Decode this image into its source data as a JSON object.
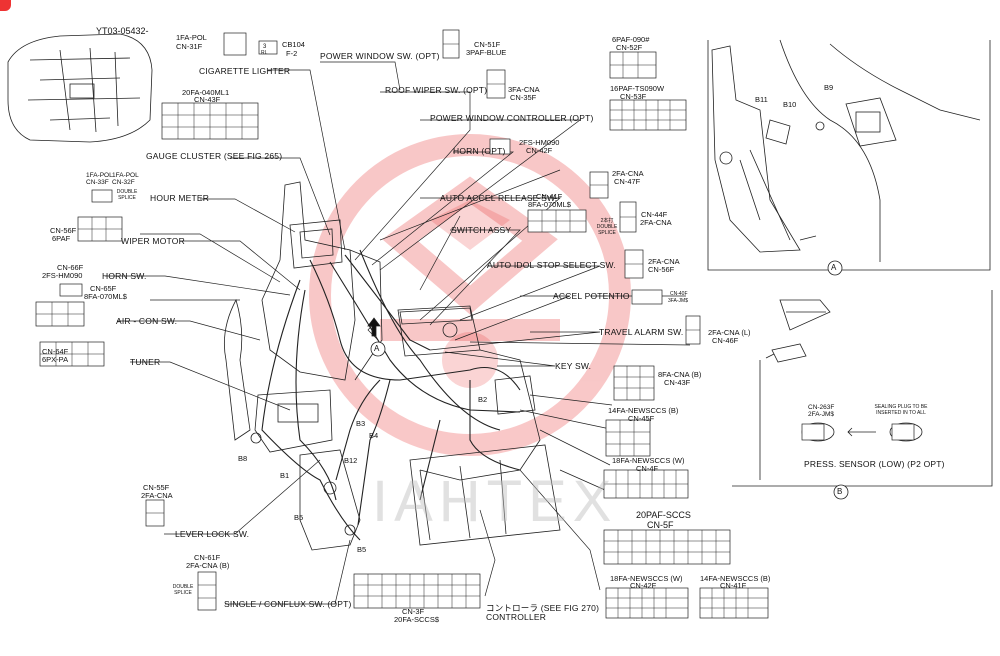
{
  "document": {
    "id": "YT03-05432-"
  },
  "watermark": {
    "text": "IAHTEX"
  },
  "callouts": {
    "power_window_sw": "POWER WINDOW SW. (OPT)",
    "cigarette_lighter": "CIGARETTE LIGHTER",
    "roof_wiper_sw": "ROOF WIPER SW. (OPT)",
    "power_window_controller": "POWER WINDOW CONTROLLER (OPT)",
    "gauge_cluster": "GAUGE CLUSTER (SEE FIG 265)",
    "horn_opt": "HORN (OPT)",
    "hour_meter": "HOUR METER",
    "auto_accel_release": "AUTO ACCEL RELEASE SW.",
    "switch_assy": "SWITCH ASSY",
    "wiper_motor": "WIPER MOTOR",
    "auto_idol_stop": "AUTO IDOL STOP SELECT SW.",
    "horn_sw": "HORN SW.",
    "accel_potentio": "ACCEL POTENTIO",
    "air_con_sw": "AIR - CON SW.",
    "travel_alarm": "TRAVEL ALARM SW.",
    "tuner": "TUNER",
    "key_sw": "KEY SW.",
    "lever_lock": "LEVER LOCK SW.",
    "single_conflux": "SINGLE / CONFLUX SW. (OPT)",
    "controller_jp": "コントローラ (SEE FIG 270)",
    "controller_en": "CONTROLLER",
    "press_sensor": "PRESS. SENSOR (LOW) (P2 OPT)"
  },
  "connectors": {
    "fa_pol_31f_a": "1FA-POL",
    "fa_pol_31f_b": "CN-31F",
    "cb104_a": "CB104",
    "cb104_b": "F-2",
    "cb104_box": "3",
    "cb104_box2": "RL",
    "cn51f_a": "CN-51F",
    "cn51f_b": "3PAF-BLUE",
    "cn35f_a": "3FA-CNA",
    "cn35f_b": "CN-35F",
    "cn43f_a": "20FA-040ML1",
    "cn43f_b": "CN-43F",
    "cn52f_a": "6PAF-090#",
    "cn52f_b": "CN-52F",
    "cn53f_a": "16PAF-TS090W",
    "cn53f_b": "CN-53F",
    "cn42f_a": "2FS-HM090",
    "cn42f_b": "CN-42F",
    "cn47f_a": "2FA-CNA",
    "cn47f_b": "CN-47F",
    "cn33f_a": "1FA-POL",
    "cn33f_b": "CN-33F",
    "cn32f_a": "1FA-POL",
    "cn32f_b": "CN-32F",
    "double_splice": "DOUBLE SPLICE",
    "cn41f_a": "CN-41F",
    "cn41f_b": "8FA-070ML$",
    "cn44f_a": "CN-44F",
    "cn44f_b": "2FA-CNA",
    "cn44f_c": "2本打 DOUBLE SPLICE",
    "cn56f_a": "CN-56F",
    "cn56f_b": "6PAF",
    "cn56f2_a": "2FA-CNA",
    "cn56f2_b": "CN-56F",
    "cn66f_a": "CN-66F",
    "cn66f_b": "2FS-HM090",
    "cn65f_a": "CN-65F",
    "cn65f_b": "8FA-070ML$",
    "cn40f_a": "CN-40F",
    "cn40f_b": "3FA-JM$",
    "cn46f_a": "2FA-CNA (L)",
    "cn46f_b": "CN-46F",
    "cn64f_a": "CN-64F",
    "cn64f_b": "6PX-PA",
    "cn43f2_a": "8FA-CNA (B)",
    "cn43f2_b": "CN-43F",
    "cn45f_a": "14FA-NEWSCCS (B)",
    "cn45f_b": "CN-45F",
    "cn4f_a": "18FA-NEWSCCS (W)",
    "cn4f_b": "CN-4F",
    "cn5f_a": "20PAF-SCCS",
    "cn5f_b": "CN-5F",
    "cn42f2_a": "18FA-NEWSCCS (W)",
    "cn42f2_b": "CN-42F",
    "cn41f2_a": "14FA-NEWSCCS (B)",
    "cn41f2_b": "CN-41F",
    "cn3f_a": "CN-3F",
    "cn3f_b": "20FA-SCCS$",
    "cn55f_a": "CN-55F",
    "cn55f_b": "2FA-CNA",
    "cn61f_a": "CN-61F",
    "cn61f_b": "2FA-CNA (B)",
    "cn263f_a": "CN-263F",
    "cn263f_b": "2FA-JM$",
    "seal_note": "SEALING PLUG TO BE INSERTED IN TO ALL"
  },
  "harness_labels": {
    "b1": "B1",
    "b2": "B2",
    "b3": "B3",
    "b4": "B4",
    "b5a": "B5",
    "b5b": "B5",
    "b8": "B8",
    "b9": "B9",
    "b10": "B10",
    "b11": "B11",
    "b12": "B12"
  },
  "view_markers": {
    "a_arrow": "A",
    "a_view": "A",
    "b_view": "B"
  },
  "colors": {
    "ink": "#111111",
    "stamp": "#e8393a",
    "watermark": "#bdbdbd"
  }
}
